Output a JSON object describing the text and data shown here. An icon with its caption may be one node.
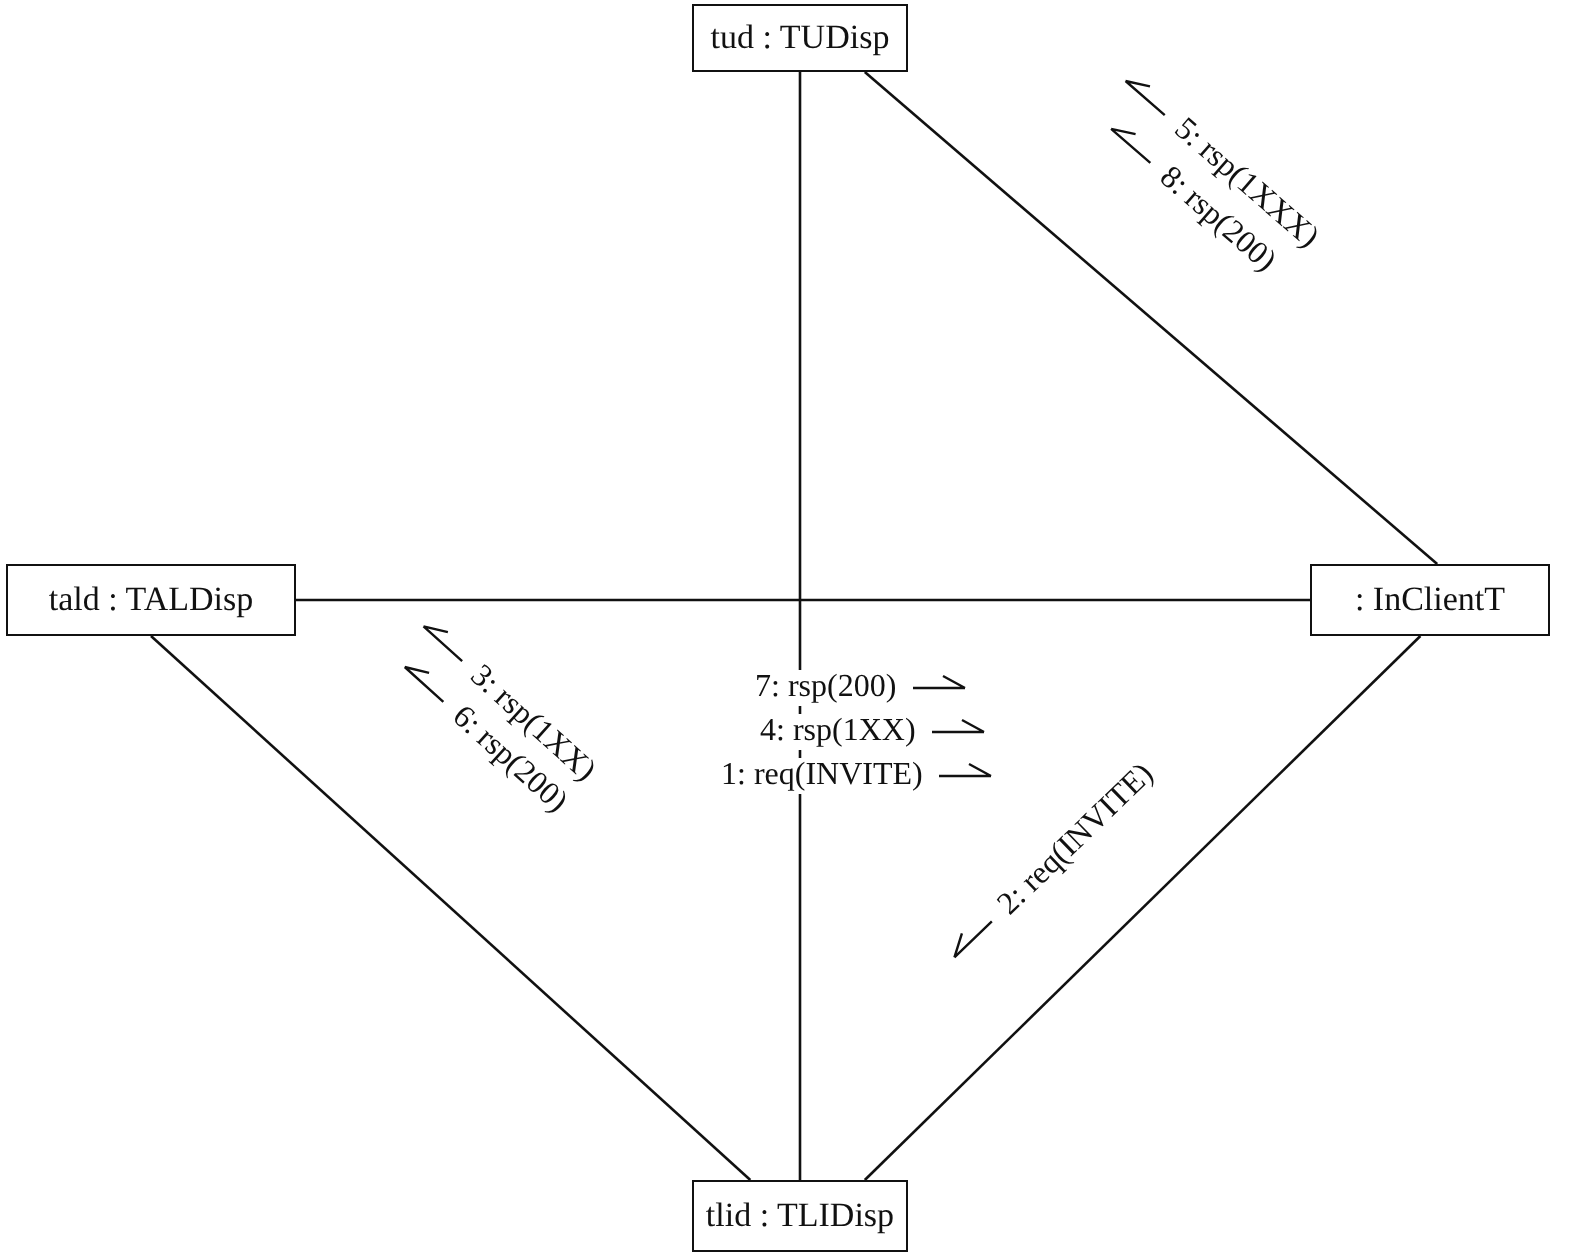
{
  "diagram": {
    "nodes": [
      {
        "text": [
          "tud : TUDisp"
        ]
      },
      {
        "text": [
          "tald : TALDisp"
        ]
      },
      {
        "text": [
          ": InClientT"
        ]
      },
      {
        "text": [
          "tlid : TLIDisp"
        ]
      }
    ],
    "edges": [
      {
        "from": 0,
        "to": 3,
        "arrow": "none"
      },
      {
        "from": 1,
        "to": 2,
        "arrow": "none"
      },
      {
        "from": 0,
        "to": 2,
        "arrow": "none"
      },
      {
        "from": 1,
        "to": 3,
        "arrow": "none"
      },
      {
        "from": 2,
        "to": 3,
        "arrow": "none"
      }
    ],
    "labels": [
      "5: rsp(1XXX)",
      "8: rsp(200)",
      "7: rsp(200)",
      "4: rsp(1XX)",
      "1: req(INVITE)",
      "3: rsp(1XX)",
      "6: rsp(200)",
      "2: req(INVITE)"
    ]
  }
}
